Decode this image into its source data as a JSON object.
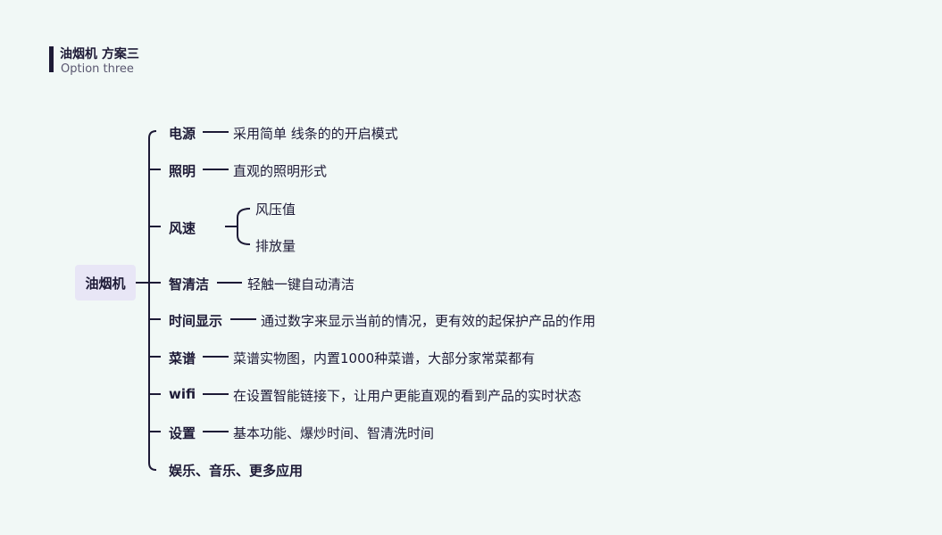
{
  "header": {
    "title": "油烟机 方案三",
    "subtitle": "Option three"
  },
  "root": {
    "label": "油烟机"
  },
  "branches": [
    {
      "label": "电源",
      "desc": "采用简单 线条的的开启模式"
    },
    {
      "label": "照明",
      "desc": "直观的照明形式"
    },
    {
      "label": "风速",
      "children": [
        "风压值",
        "排放量"
      ]
    },
    {
      "label": "智清洁",
      "desc": "轻触一键自动清洁"
    },
    {
      "label": "时间显示",
      "desc": "通过数字来显示当前的情况，更有效的起保护产品的作用"
    },
    {
      "label": "菜谱",
      "desc": "菜谱实物图，内置1000种菜谱，大部分家常菜都有"
    },
    {
      "label": "wifi",
      "desc": "在设置智能链接下，让用户更能直观的看到产品的实时状态"
    },
    {
      "label": "设置",
      "desc": "基本功能、爆炒时间、智清洗时间"
    },
    {
      "label": "娱乐、音乐、更多应用"
    }
  ]
}
